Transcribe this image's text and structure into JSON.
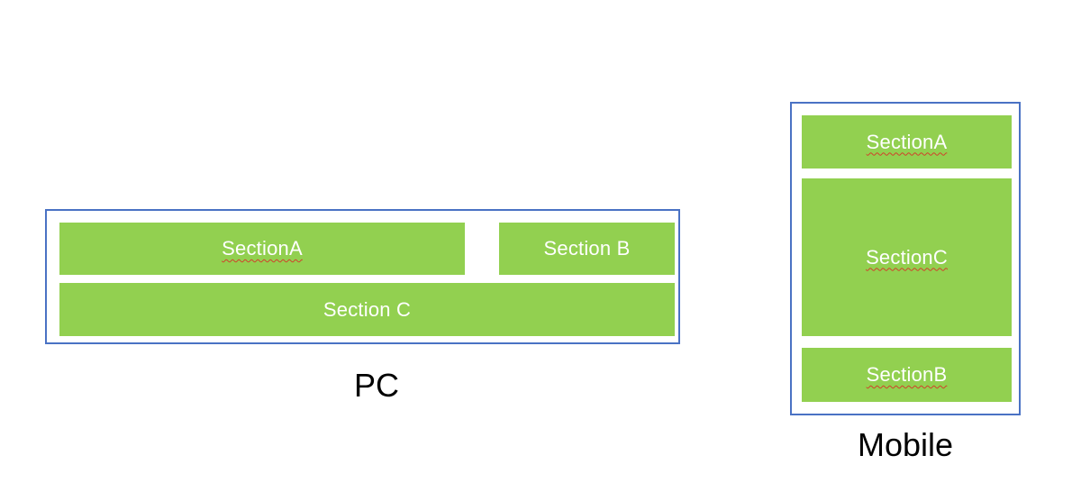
{
  "pc": {
    "caption": "PC",
    "section_a": "SectionA",
    "section_b": "Section B",
    "section_c": "Section C"
  },
  "mobile": {
    "caption": "Mobile",
    "section_a": "SectionA",
    "section_c": "SectionC",
    "section_b": "SectionB"
  },
  "colors": {
    "section_fill": "#92d050",
    "frame_border": "#4a72c4",
    "section_text": "#ffffff",
    "spellcheck_underline": "#d0412a"
  }
}
